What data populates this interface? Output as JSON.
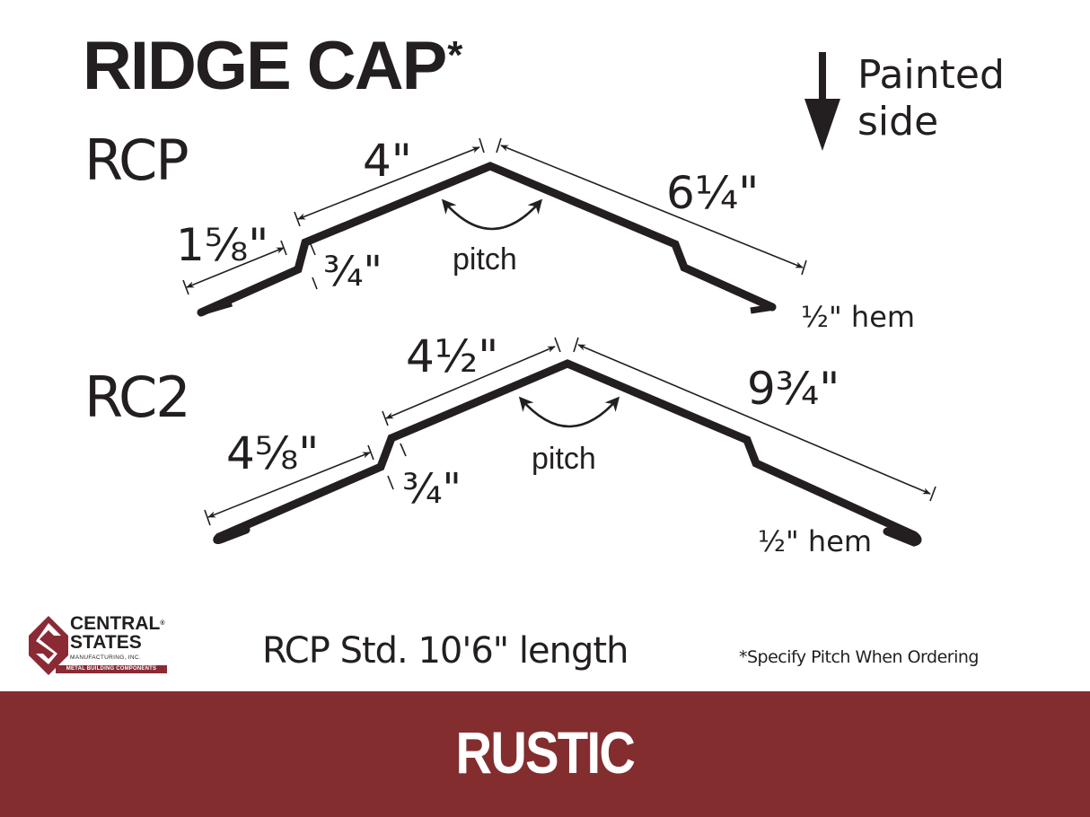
{
  "title": {
    "text": "RIDGE CAP",
    "asterisk": "*"
  },
  "legend": {
    "painted_line1": "Painted",
    "painted_line2": "side",
    "icon": "down-arrow-icon"
  },
  "profiles": [
    {
      "name": "RCP",
      "dimensions": {
        "left_flange": "1⅝\"",
        "left_slope": "4\"",
        "offset": "¾\"",
        "right_slope": "6¼\"",
        "hem": "½\" hem",
        "angle": "pitch"
      }
    },
    {
      "name": "RC2",
      "dimensions": {
        "left_flange": "4⅝\"",
        "left_slope": "4½\"",
        "offset": "¾\"",
        "right_slope": "9¾\"",
        "hem": "½\" hem",
        "angle": "pitch"
      }
    }
  ],
  "footer": {
    "length_note": "RCP Std. 10'6\" length",
    "order_note": "*Specify Pitch When Ordering"
  },
  "logo": {
    "line1": "CENTRAL",
    "registered": "®",
    "line2": "STATES",
    "line3": "MANUFACTURING, INC.",
    "tagline": "METAL BUILDING COMPONENTS",
    "color": "#8a2a35"
  },
  "banner": {
    "text": "RUSTIC",
    "color": "#832d2e"
  },
  "colors": {
    "ink": "#231f20",
    "background": "#ffffff"
  }
}
